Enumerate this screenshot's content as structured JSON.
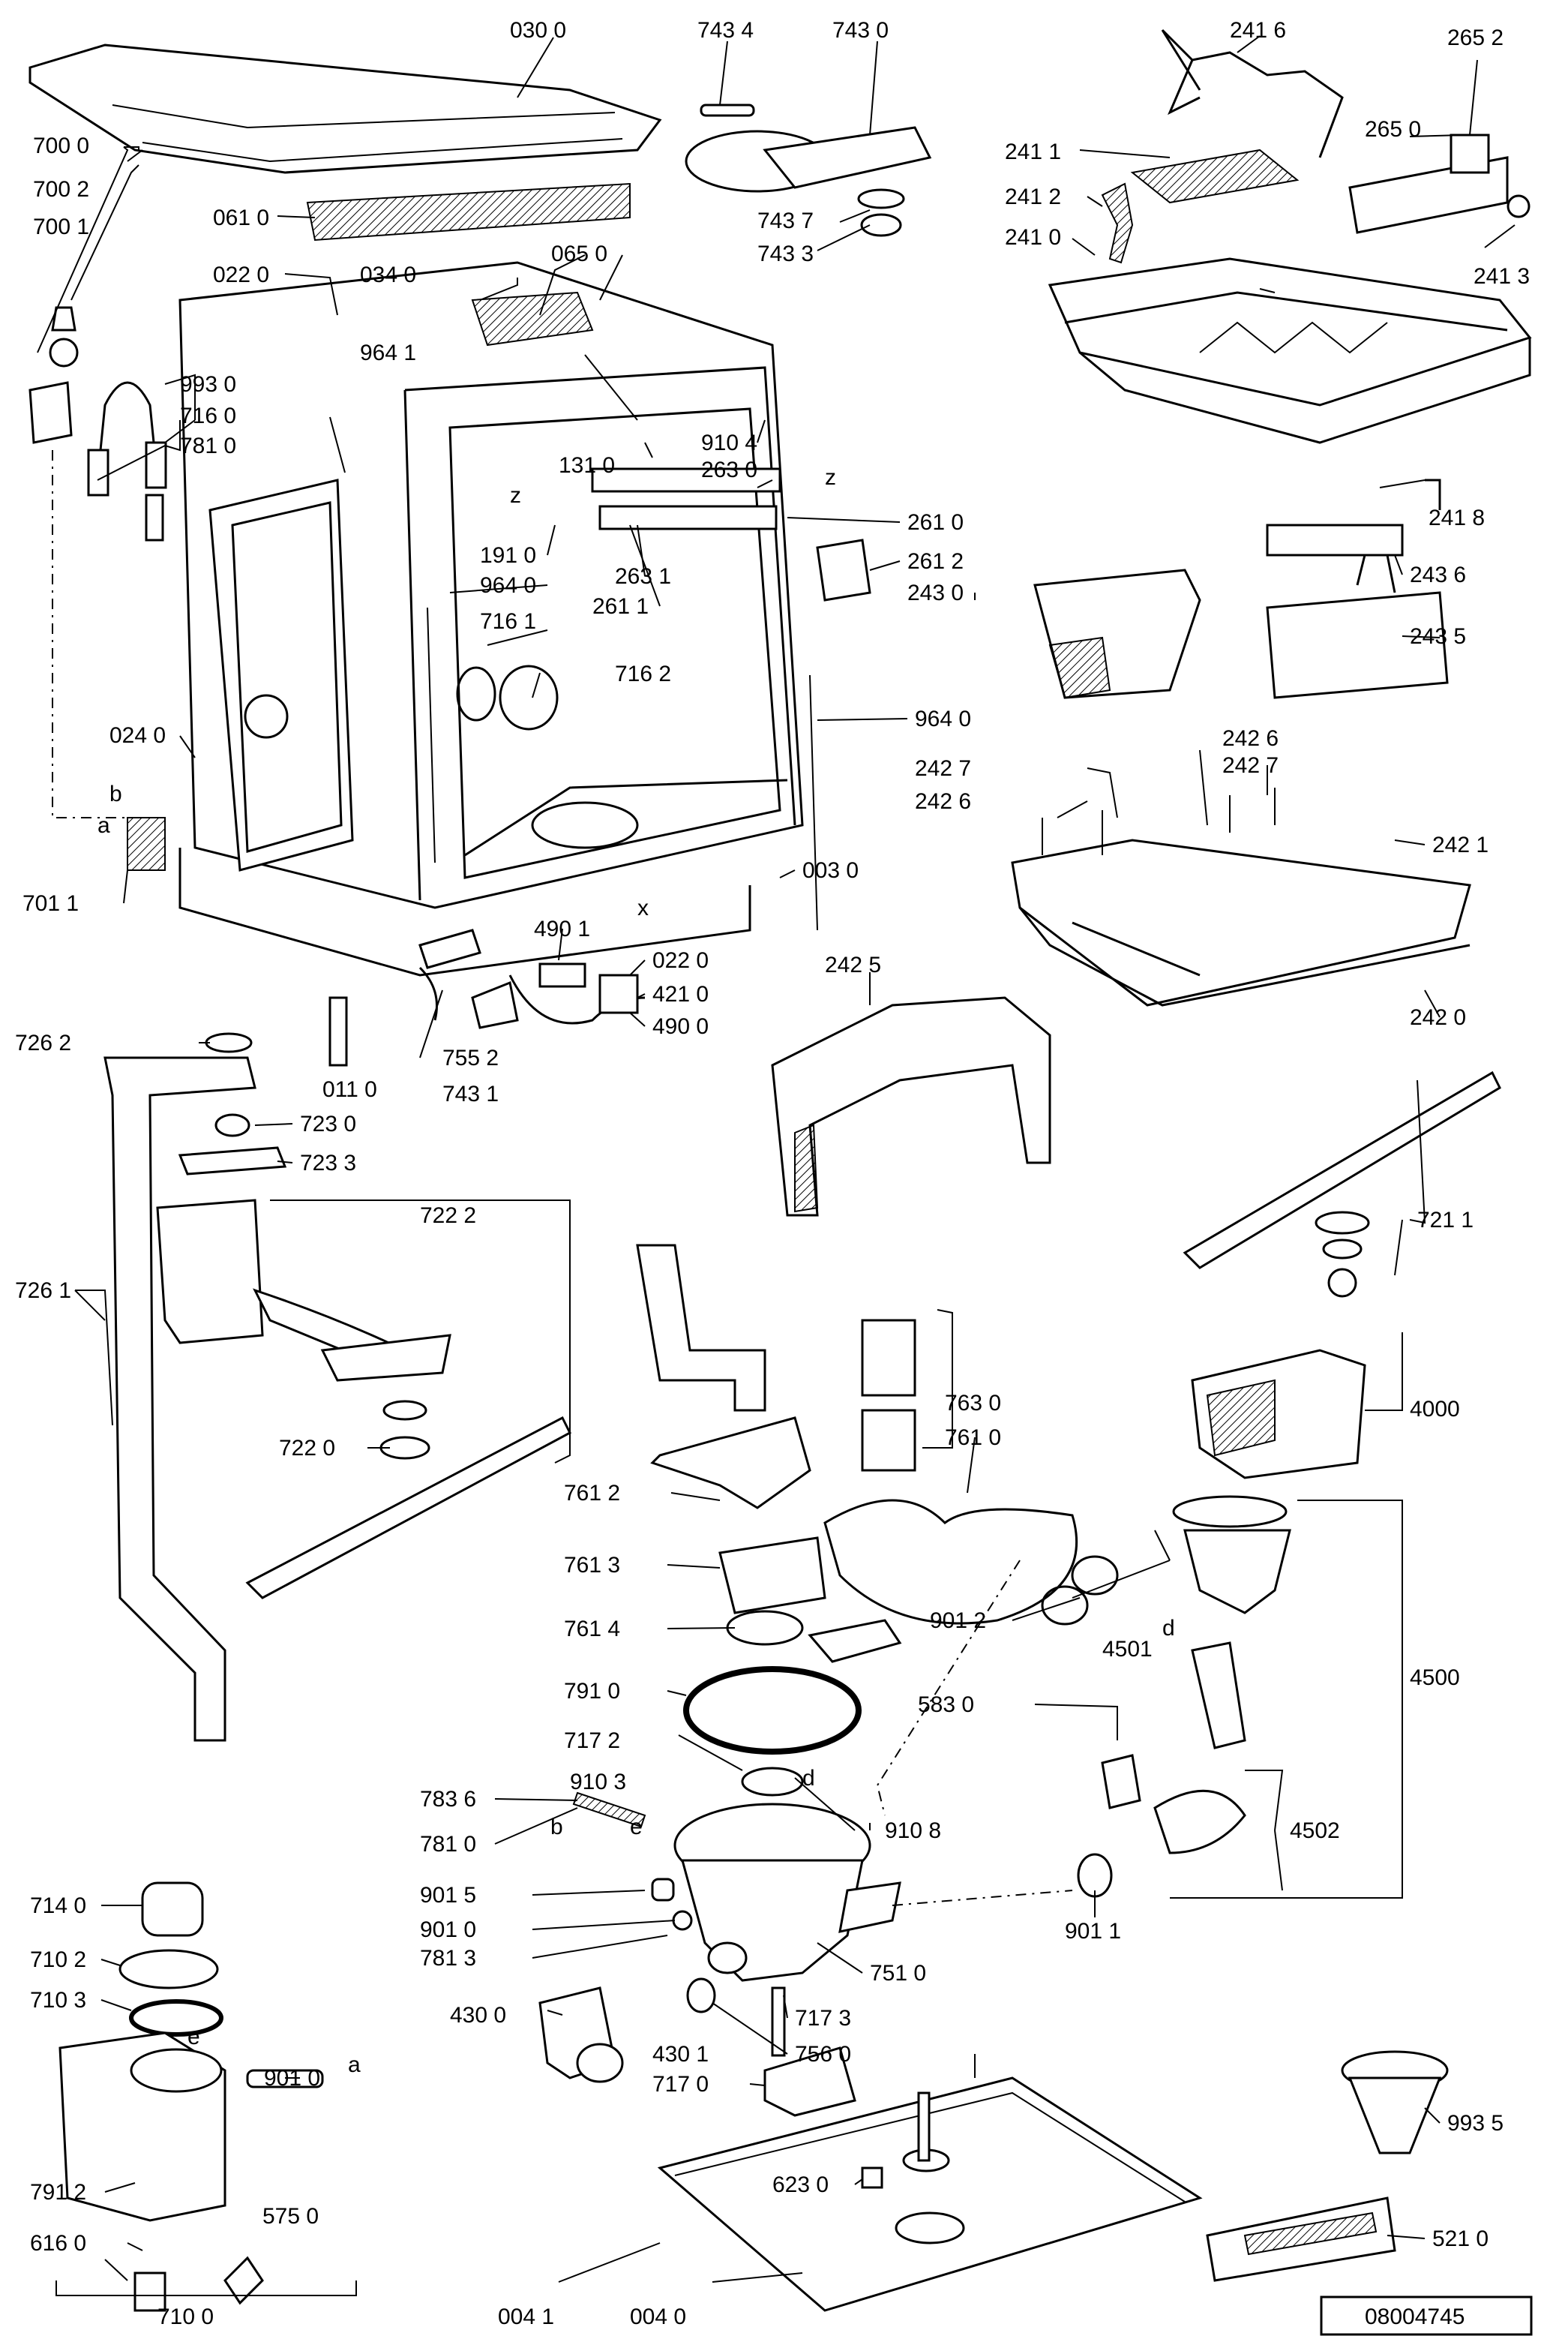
{
  "drawing_number": "08004745",
  "letters": {
    "a": "a",
    "b": "b",
    "d": "d",
    "e": "e",
    "x": "x",
    "z": "z"
  },
  "labels": {
    "l0300": "030 0",
    "l7434": "743 4",
    "l7430": "743 0",
    "l2416": "241 6",
    "l2652": "265 2",
    "l7000": "700 0",
    "l7002": "700 2",
    "l7001": "700 1",
    "l0610": "061 0",
    "l7437": "743 7",
    "l7433": "743 3",
    "l2411": "241 1",
    "l2650": "265 0",
    "l2412": "241 2",
    "l2410": "241 0",
    "l2413": "241 3",
    "l0220a": "022 0",
    "l0340": "034 0",
    "l0650": "065 0",
    "l9641": "964 1",
    "l9930": "993 0",
    "l7160": "716 0",
    "l7810a": "781 0",
    "l1310": "131 0",
    "l9104": "910 4",
    "l2630": "263 0",
    "l2418": "241 8",
    "l2610": "261 0",
    "l2612": "261 2",
    "l1910": "191 0",
    "l2631": "263 1",
    "l9640a": "964 0",
    "l2611": "261 1",
    "l2430": "243 0",
    "l2436": "243 6",
    "l7161": "716 1",
    "l7162": "716 2",
    "l2435": "243 5",
    "l9640b": "964 0",
    "l0240": "024 0",
    "l2426a": "242 6",
    "l2427a": "242 7",
    "l2427b": "242 7",
    "l2426b": "242 6",
    "l0030": "003 0",
    "l2421": "242 1",
    "l7011": "701 1",
    "l4901": "490 1",
    "l0220b": "022 0",
    "l4210": "421 0",
    "l4900": "490 0",
    "l2420": "242 0",
    "l2425": "242 5",
    "l7262": "726 2",
    "l7552": "755 2",
    "l0110": "011 0",
    "l7431": "743 1",
    "l7230": "723 0",
    "l7233": "723 3",
    "l7211": "721 1",
    "l7222": "722 2",
    "l7261": "726 1",
    "l7630": "763 0",
    "l7610": "761 0",
    "l4000": "4000",
    "l7220": "722 0",
    "l7612": "761 2",
    "l7613": "761 3",
    "l9012": "901 2",
    "l4501": "4501",
    "l7614": "761 4",
    "l4500": "4500",
    "l7910": "791 0",
    "l5830": "583 0",
    "l7172": "717 2",
    "l9103": "910 3",
    "l9108": "910 8",
    "l7836": "783 6",
    "l7810b": "781 0",
    "l4502": "4502",
    "l9015": "901 5",
    "l7140": "714 0",
    "l9010a": "901 0",
    "l9011": "901 1",
    "l7813": "781 3",
    "l7102": "710 2",
    "l7510": "751 0",
    "l7103": "710 3",
    "l4300": "430 0",
    "l7173": "717 3",
    "l4301": "430 1",
    "l7560": "756 0",
    "l7170": "717 0",
    "l9010b": "901 0",
    "l9935": "993 5",
    "l6230": "623 0",
    "l7912": "791 2",
    "l5750": "575 0",
    "l6160": "616 0",
    "l5210": "521 0",
    "l7100": "710 0",
    "l0041": "004 1",
    "l0040": "004 0"
  }
}
